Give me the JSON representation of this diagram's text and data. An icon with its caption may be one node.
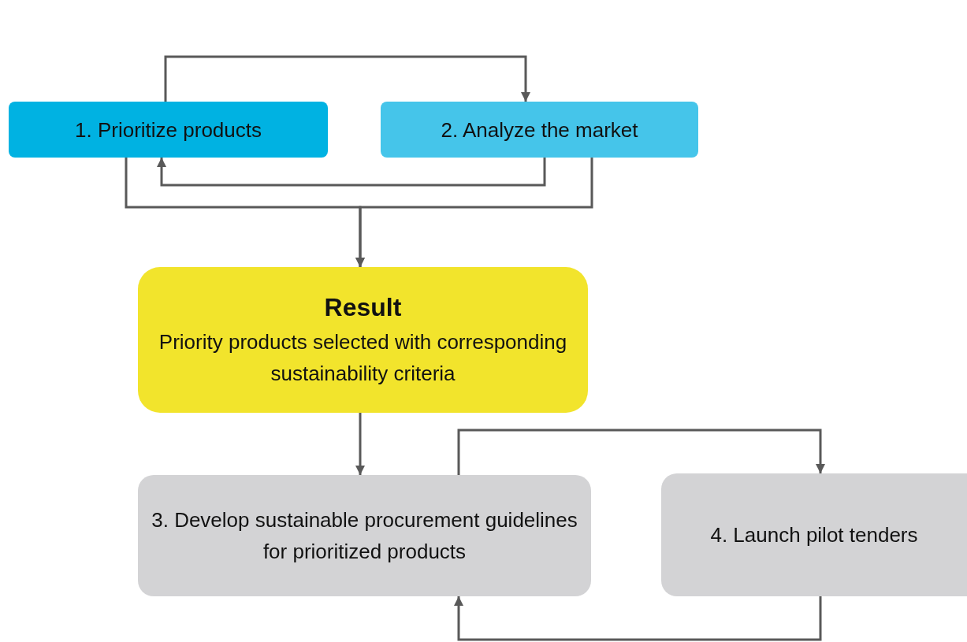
{
  "diagram": {
    "nodes": [
      {
        "text": [
          "1. Prioritize products"
        ]
      },
      {
        "text": [
          "2. Analyze the market"
        ]
      },
      {
        "text": [
          "Result",
          "Priority products selected with corresponding sustainability criteria"
        ]
      },
      {
        "text": [
          "3. Develop sustainable procurement guidelines for prioritized products"
        ]
      },
      {
        "text": [
          "4. Launch pilot tenders"
        ]
      }
    ],
    "edges": [
      {
        "from": 0,
        "to": 1,
        "arrow": "to"
      },
      {
        "from": 1,
        "to": 0,
        "arrow": "to"
      },
      {
        "from": 0,
        "to": 2,
        "arrow": "to"
      },
      {
        "from": 1,
        "to": 2,
        "arrow": "to"
      },
      {
        "from": 2,
        "to": 3,
        "arrow": "to"
      },
      {
        "from": 3,
        "to": 4,
        "arrow": "to"
      },
      {
        "from": 4,
        "to": 3,
        "arrow": "to"
      }
    ]
  }
}
